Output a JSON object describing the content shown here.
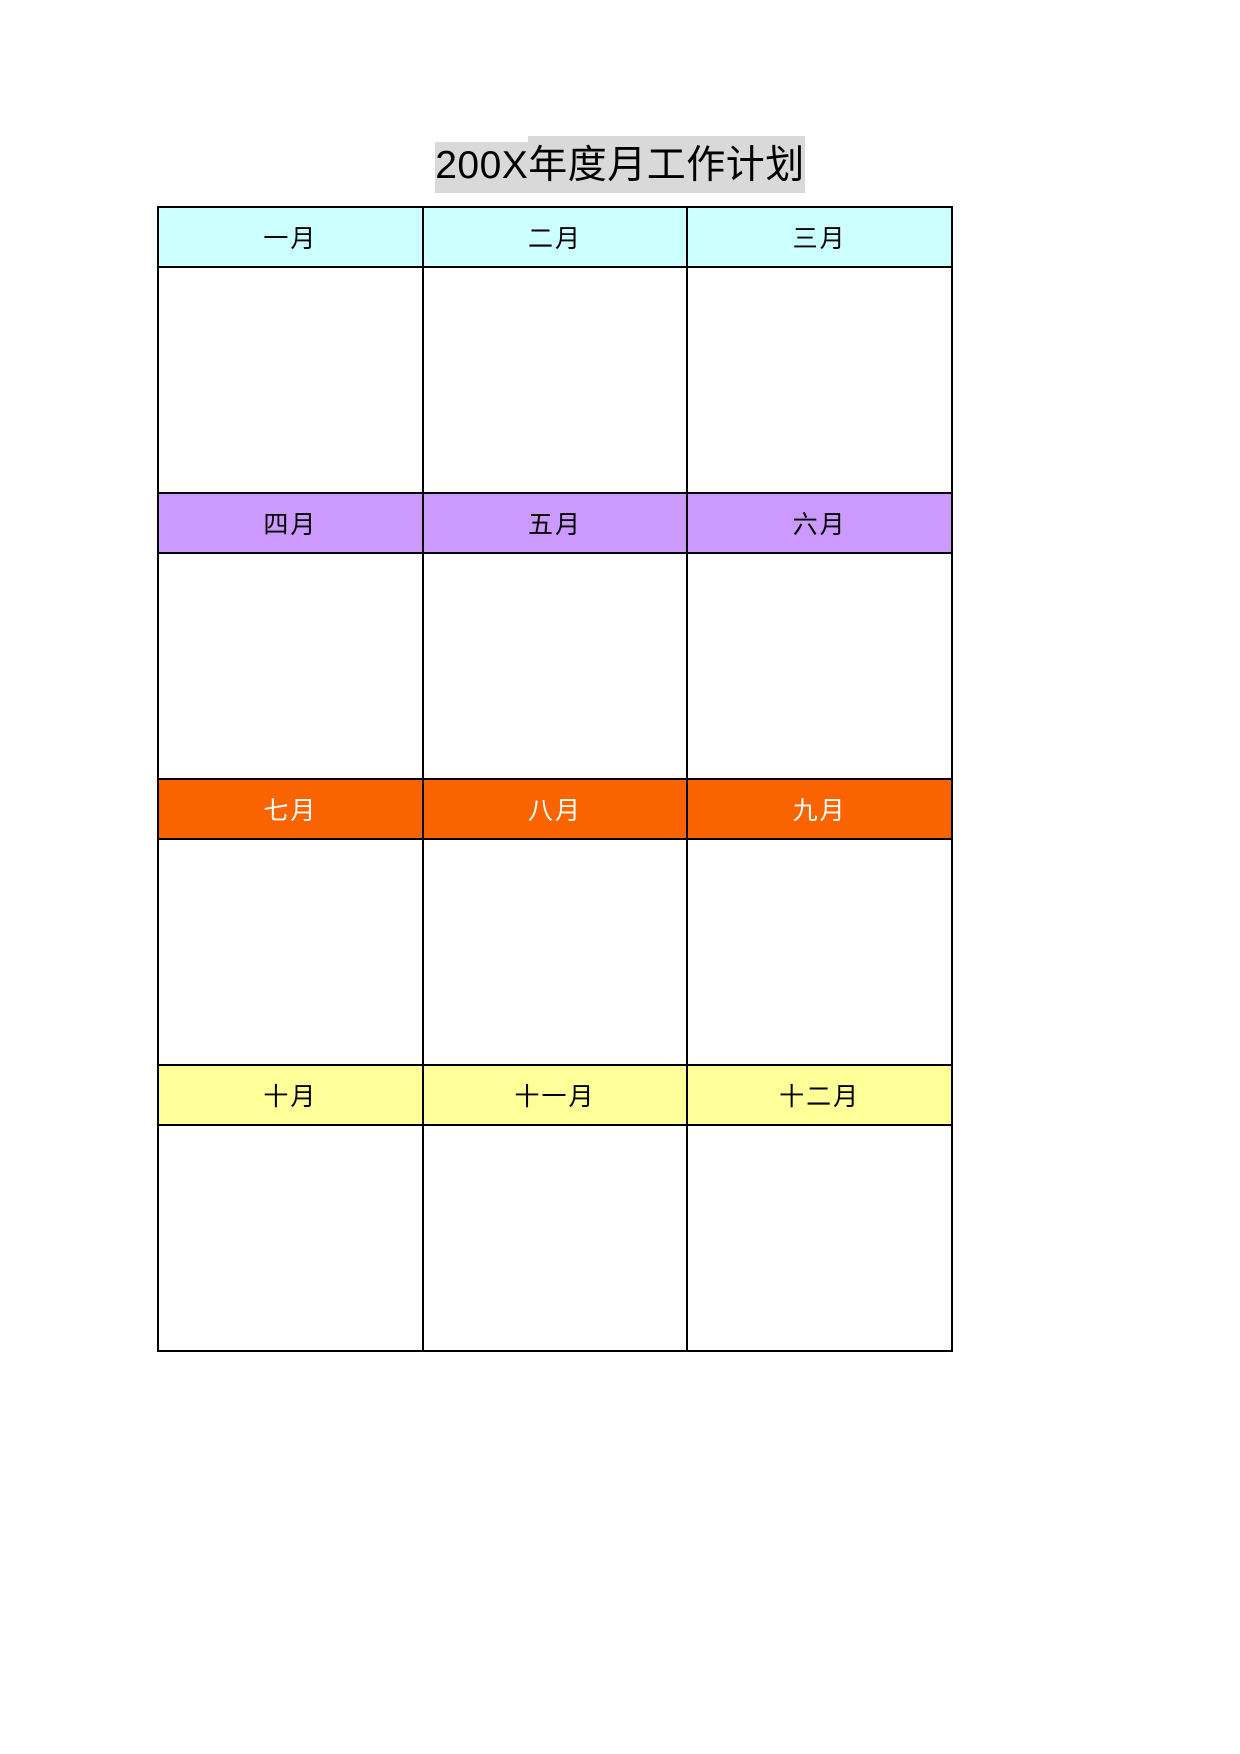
{
  "document": {
    "title_prefix": "200X",
    "title_suffix": "年度月工作计划",
    "title_full": "200X 年度月工作计划",
    "title_highlight_color": "#d9d9d9",
    "page_background": "#ffffff"
  },
  "table": {
    "columns": 3,
    "border_color": "#000000",
    "quarters": [
      {
        "name": "q1",
        "header_bg": "#ccffff",
        "header_text_color": "#000000",
        "months": [
          "一月",
          "二月",
          "三月"
        ],
        "notes": [
          "",
          "",
          ""
        ]
      },
      {
        "name": "q2",
        "header_bg": "#cc99ff",
        "header_text_color": "#000000",
        "months": [
          "四月",
          "五月",
          "六月"
        ],
        "notes": [
          "",
          "",
          ""
        ]
      },
      {
        "name": "q3",
        "header_bg": "#fa6400",
        "header_text_color": "#ffffff",
        "months": [
          "七月",
          "八月",
          "九月"
        ],
        "notes": [
          "",
          "",
          ""
        ]
      },
      {
        "name": "q4",
        "header_bg": "#ffff99",
        "header_text_color": "#000000",
        "months": [
          "十月",
          "十一月",
          "十二月"
        ],
        "notes": [
          "",
          "",
          ""
        ]
      }
    ]
  }
}
